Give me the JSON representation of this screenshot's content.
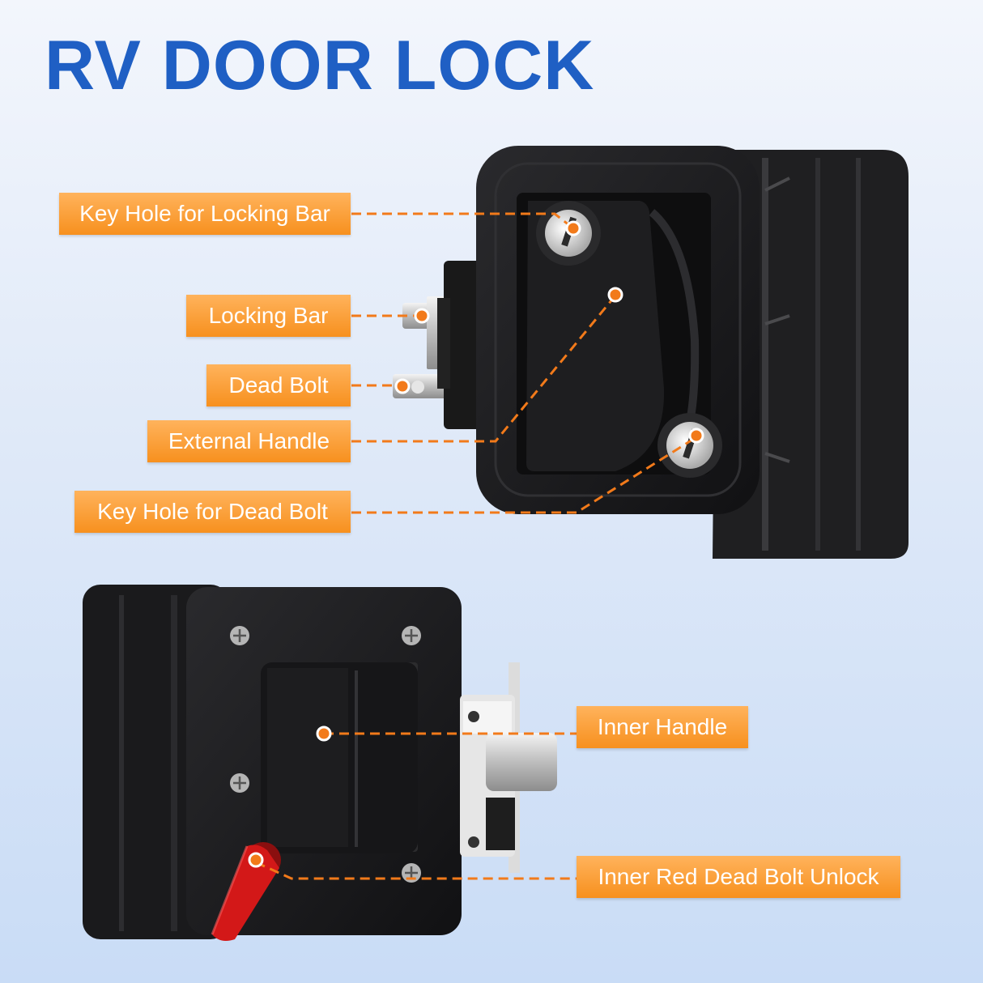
{
  "title": "RV DOOR LOCK",
  "colors": {
    "title": "#1f5fc4",
    "label_bg": "#f7901e",
    "leader_line": "#f27a1a",
    "lock_body": "#1c1c1e",
    "dead_bolt_lever": "#d31818"
  },
  "exterior_view": {
    "labels": {
      "key_hole_locking_bar": "Key Hole for Locking Bar",
      "locking_bar": "Locking Bar",
      "dead_bolt": "Dead Bolt",
      "external_handle": "External Handle",
      "key_hole_dead_bolt": "Key Hole for Dead Bolt"
    }
  },
  "interior_view": {
    "labels": {
      "inner_handle": "Inner Handle",
      "inner_red_dead_bolt_unlock": "Inner Red Dead Bolt Unlock"
    }
  }
}
